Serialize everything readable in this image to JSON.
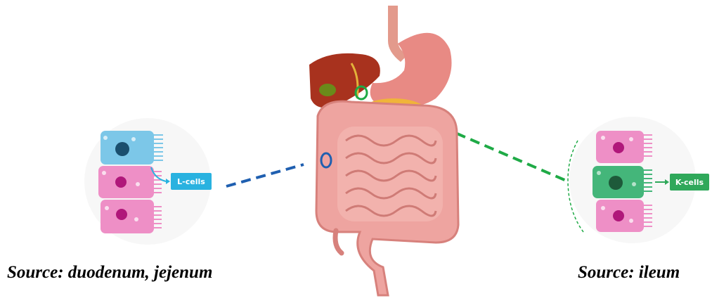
{
  "left_panel": {
    "cell_label": "L-cells",
    "caption": "Source: duodenum, jejenum"
  },
  "right_panel": {
    "cell_label": "K-cells",
    "caption": "Source: ileum"
  },
  "colors": {
    "l_cell_tag": "#29b2e0",
    "k_cell_tag": "#2fa85a",
    "blue_marker": "#1f5fb0",
    "green_marker": "#1faa46",
    "blue_cell": "#7cc7e8",
    "pink_cell": "#ee8fc6",
    "green_cell": "#44b67a"
  }
}
